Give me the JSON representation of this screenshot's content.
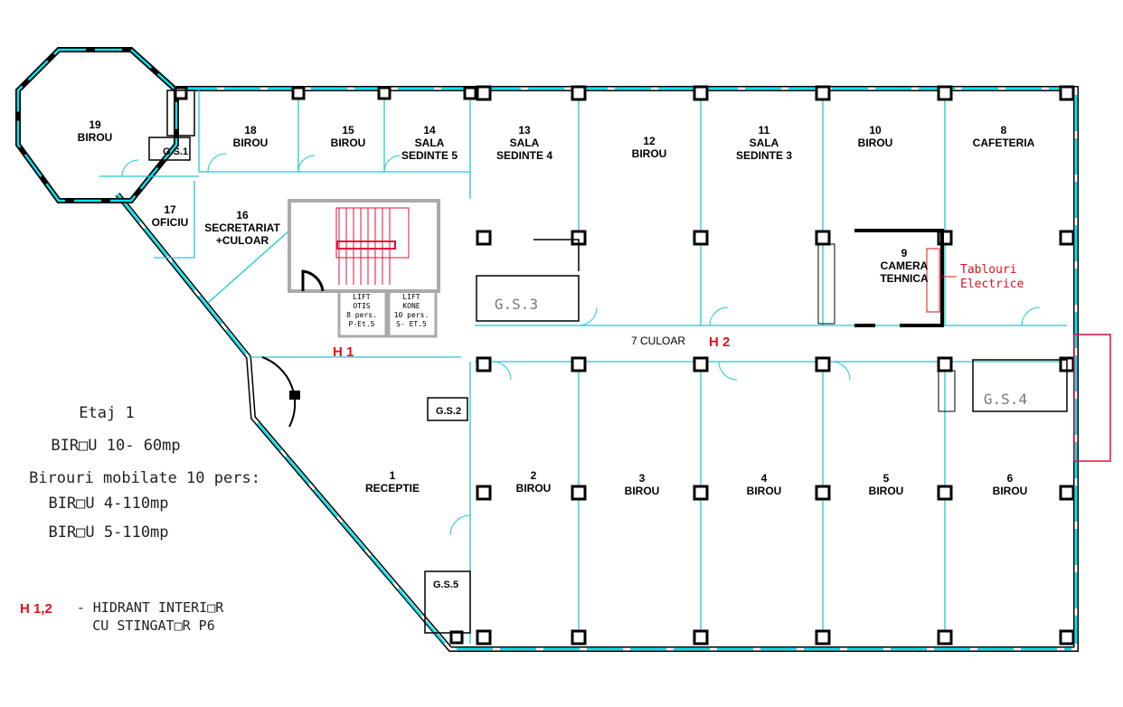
{
  "rooms": [
    {
      "number": "19",
      "name": "BIROU"
    },
    {
      "number": "18",
      "name": "BIROU"
    },
    {
      "number": "15",
      "name": "BIROU"
    },
    {
      "number": "14",
      "name": "SALA",
      "name2": "SEDINTE 5"
    },
    {
      "number": "13",
      "name": "SALA",
      "name2": "SEDINTE 4"
    },
    {
      "number": "12",
      "name": "BIROU"
    },
    {
      "number": "11",
      "name": "SALA",
      "name2": "SEDINTE 3"
    },
    {
      "number": "10",
      "name": "BIROU"
    },
    {
      "number": "8",
      "name": "CAFETERIA"
    },
    {
      "number": "17",
      "name": "OFICIU"
    },
    {
      "number": "16",
      "name": "SECRETARIAT",
      "name2": "+CULOAR"
    },
    {
      "number": "9",
      "name": "CAMERA",
      "name2": "TEHNICA"
    },
    {
      "number": "1",
      "name": "RECEPTIE"
    },
    {
      "number": "2",
      "name": "BIROU"
    },
    {
      "number": "3",
      "name": "BIROU"
    },
    {
      "number": "4",
      "name": "BIROU"
    },
    {
      "number": "5",
      "name": "BIROU"
    },
    {
      "number": "6",
      "name": "BIROU"
    }
  ],
  "corridor": "7 CULOAR",
  "toilets": {
    "gs1": "G.S.1",
    "gs2": "G.S.2",
    "gs3": "G.S.3",
    "gs4": "G.S.4",
    "gs5": "G.S.5"
  },
  "lifts": [
    {
      "l1": "LIFT",
      "l2": "OTIS",
      "l3": "8 pers.",
      "l4": "P-Et.5"
    },
    {
      "l1": "LIFT",
      "l2": "KONE",
      "l3": "10 pers.",
      "l4": "S- ET.5"
    }
  ],
  "hydrants": {
    "h1": "H 1",
    "h2": "H 2"
  },
  "electrical": {
    "line1": "Tablouri",
    "line2": "Electrice"
  },
  "legend": {
    "floor": "Etaj 1",
    "line1": "BIR□U 10- 60mp",
    "line2": "Birouri mobilate 10 pers:",
    "line3": "BIR□U 4-110mp",
    "line4": "BIR□U 5-110mp",
    "hydrant_code": "H 1,2",
    "hydrant_desc1": "- HIDRANT INTERI□R",
    "hydrant_desc2": "CU STINGAT□R P6"
  },
  "colors": {
    "wall": "#000000",
    "glass": "#00e5ee",
    "partition": "#20c8d0",
    "stair": "#e0103a",
    "hydrant": "#e0101a",
    "outer": "#5a0a5a"
  }
}
